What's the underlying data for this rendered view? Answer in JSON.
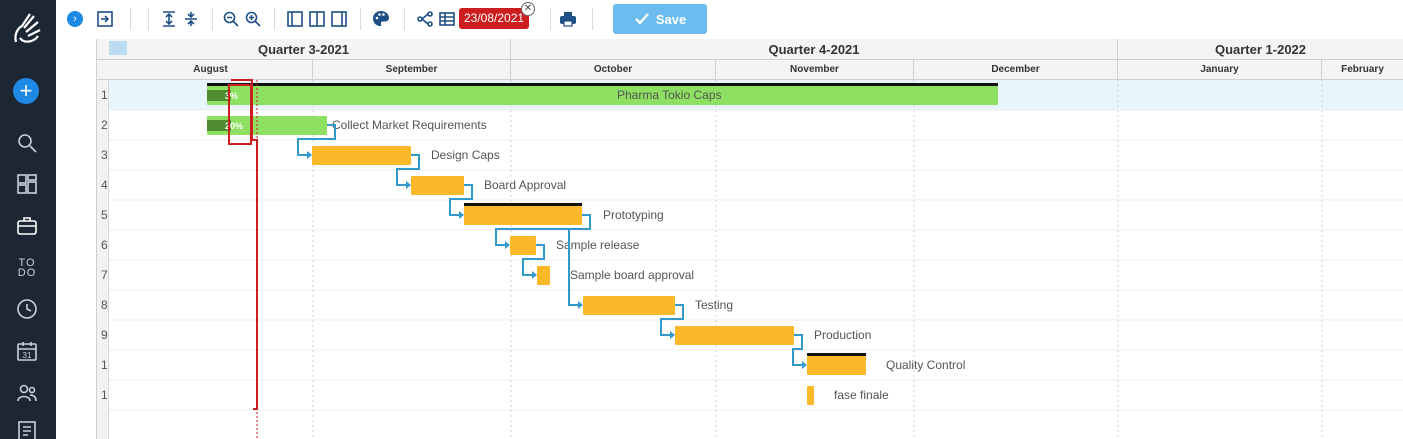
{
  "sidebar": {
    "items": [
      {
        "name": "logo",
        "icon": "hand-logo-icon"
      },
      {
        "name": "add",
        "label": "+"
      },
      {
        "name": "search",
        "icon": "search-icon"
      },
      {
        "name": "dashboard",
        "icon": "dashboard-icon"
      },
      {
        "name": "projects",
        "icon": "briefcase-icon"
      },
      {
        "name": "todo",
        "label": "TO\nDO"
      },
      {
        "name": "timesheet",
        "icon": "clock-icon"
      },
      {
        "name": "calendar",
        "icon": "calendar-icon",
        "label": "31"
      },
      {
        "name": "people",
        "icon": "people-icon"
      },
      {
        "name": "notes",
        "icon": "notes-icon"
      }
    ]
  },
  "toolbar": {
    "status_date": "23/08/2021",
    "save_label": "Save",
    "accent_color": "#1e88e5"
  },
  "timeline": {
    "quarters": [
      "Quarter 3-2021",
      "Quarter 4-2021",
      "Quarter 1-2022"
    ],
    "months": [
      "August",
      "September",
      "October",
      "November",
      "December",
      "January",
      "February"
    ]
  },
  "rows": [
    "1",
    "2",
    "3",
    "4",
    "5",
    "6",
    "7",
    "8",
    "9",
    "1",
    "1"
  ],
  "tasks": [
    {
      "name": "Pharma Tokio Caps",
      "progress_pct": 3,
      "progress_label": "3%",
      "type": "project"
    },
    {
      "name": "Collect Market Requirements",
      "progress_pct": 20,
      "progress_label": "20%",
      "type": "task"
    },
    {
      "name": "Design Caps",
      "type": "task"
    },
    {
      "name": "Board Approval",
      "type": "task"
    },
    {
      "name": "Prototyping",
      "type": "group"
    },
    {
      "name": "Sample release",
      "type": "task"
    },
    {
      "name": "Sample board approval",
      "type": "task"
    },
    {
      "name": "Testing",
      "type": "task"
    },
    {
      "name": "Production",
      "type": "task"
    },
    {
      "name": "Quality Control",
      "type": "group"
    },
    {
      "name": "fase finale",
      "type": "milestone"
    }
  ],
  "colors": {
    "project_bar": "#8ee062",
    "project_progress": "#4f8c2f",
    "task_bar": "#fbb829",
    "dependency": "#3399cc",
    "today_line": "#cc1e1e",
    "selected_row": "#e8f5fd"
  }
}
